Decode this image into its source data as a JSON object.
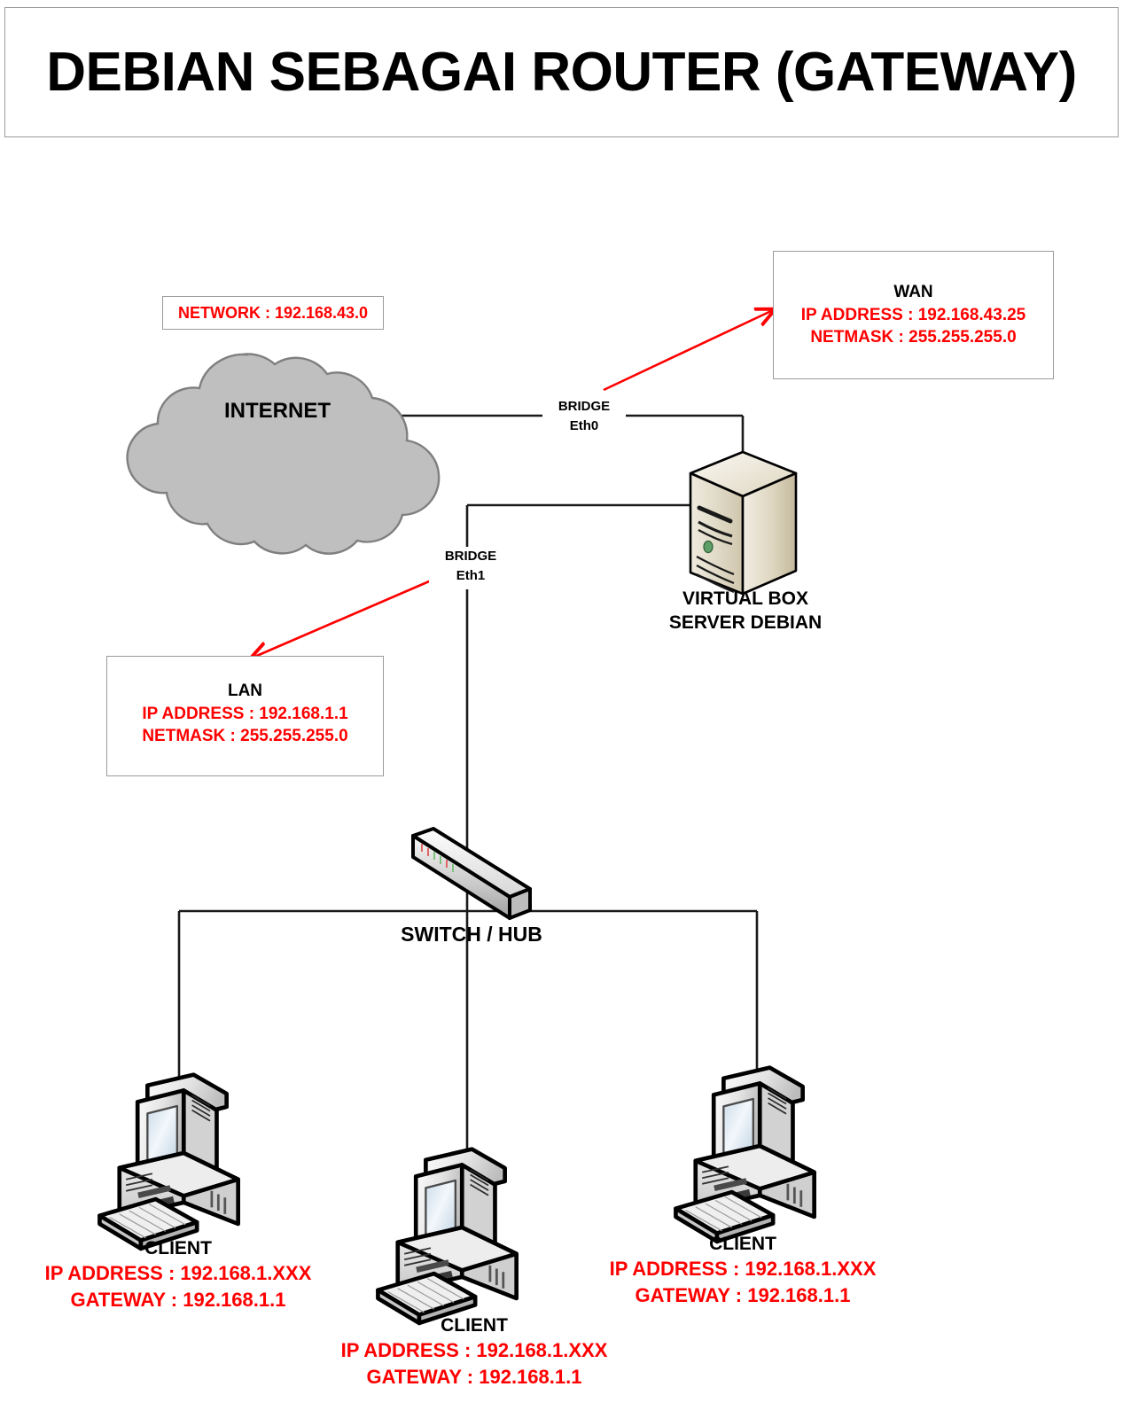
{
  "title": "DEBIAN SEBAGAI ROUTER (GATEWAY)",
  "network_label": "NETWORK : 192.168.43.0",
  "wan": {
    "heading": "WAN",
    "ip": "IP ADDRESS : 192.168.43.25",
    "netmask": "NETMASK : 255.255.255.0"
  },
  "lan": {
    "heading": "LAN",
    "ip": "IP ADDRESS : 192.168.1.1",
    "netmask": "NETMASK : 255.255.255.0"
  },
  "internet": "INTERNET",
  "bridge_eth0": {
    "line1": "BRIDGE",
    "line2": "Eth0"
  },
  "bridge_eth1": {
    "line1": "BRIDGE",
    "line2": "Eth1"
  },
  "server": {
    "line1": "VIRTUAL BOX",
    "line2": "SERVER DEBIAN"
  },
  "switch": "SWITCH / HUB",
  "clients": [
    {
      "name": "CLIENT",
      "ip": "IP ADDRESS : 192.168.1.XXX",
      "gateway": "GATEWAY : 192.168.1.1"
    },
    {
      "name": "CLIENT",
      "ip": "IP ADDRESS : 192.168.1.XXX",
      "gateway": "GATEWAY : 192.168.1.1"
    },
    {
      "name": "CLIENT",
      "ip": "IP ADDRESS : 192.168.1.XXX",
      "gateway": "GATEWAY : 192.168.1.1"
    }
  ],
  "colors": {
    "red": "#ff0000",
    "black": "#000000",
    "cloud_fill": "#bfbfbf",
    "cloud_stroke": "#7f7f7f",
    "box_border": "#9a9a9a",
    "server_body": "#d9d2bd",
    "pc_body": "#e8e8e8"
  }
}
